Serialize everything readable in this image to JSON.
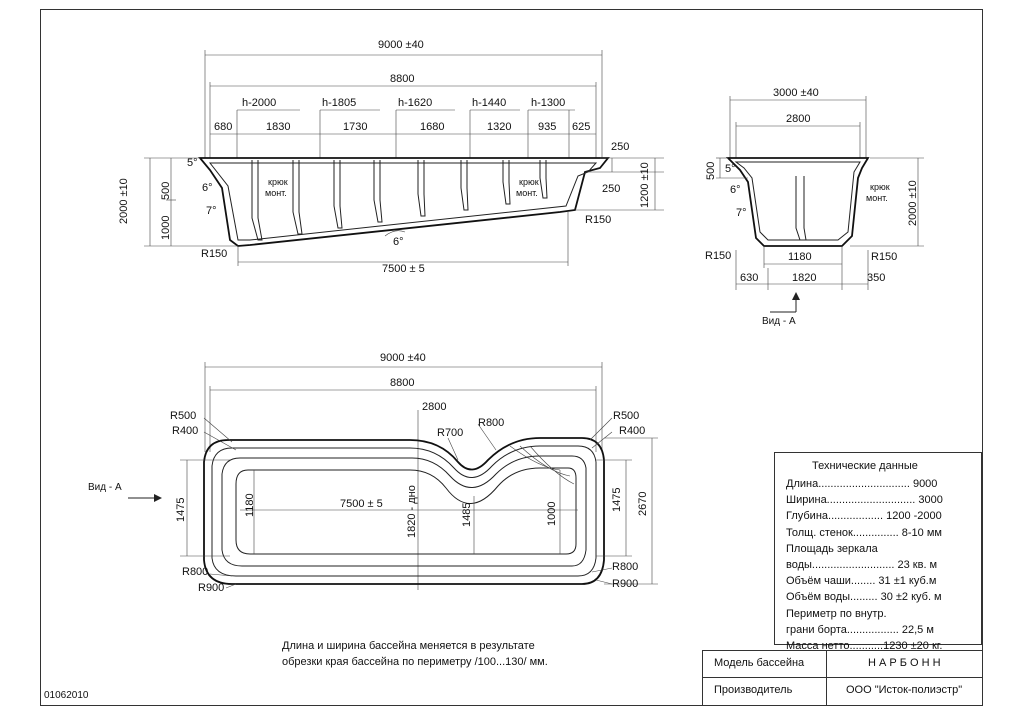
{
  "top_view": {
    "overall_length": "9000 ±40",
    "length_inner": "8800",
    "depths": [
      "h-2000",
      "h-1805",
      "h-1620",
      "h-1440",
      "h-1300"
    ],
    "segments": [
      "680",
      "1830",
      "1730",
      "1680",
      "1320",
      "935",
      "625"
    ],
    "depth_left": "2000 ±10",
    "d500": "500",
    "d1000": "1000",
    "angle5": "5°",
    "angle6": "6°",
    "angle7": "7°",
    "angle6_bottom": "6°",
    "r150_left": "R150",
    "r150_right": "R150",
    "bottom_length": "7500 ± 5",
    "right_250_top": "250",
    "right_250_mid": "250",
    "right_height": "1200 ±10",
    "hook_label_1": "крюк",
    "hook_label_2": "монт.",
    "hook_label_3": "крюк",
    "hook_label_4": "монт."
  },
  "side_view": {
    "width": "3000 ±40",
    "width_inner": "2800",
    "d500": "500",
    "angle5": "5°",
    "angle6": "6°",
    "angle7": "7°",
    "height": "2000 ±10",
    "r150_left": "R150",
    "r150_right": "R150",
    "bottom_1180": "1180",
    "seg_630": "630",
    "seg_1820": "1820",
    "seg_350": "350",
    "hook_1": "крюк",
    "hook_2": "монт.",
    "view_label": "Вид - А"
  },
  "plan_view": {
    "overall_length": "9000 ±40",
    "length_inner": "8800",
    "width_2800": "2800",
    "r500_left": "R500",
    "r400_left": "R400",
    "r500_right": "R500",
    "r400_right": "R400",
    "r700": "R700",
    "r800_top": "R800",
    "r800_left": "R800",
    "r900_left": "R900",
    "r800_right": "R800",
    "r900_right": "R900",
    "dim_1475_left": "1475",
    "dim_1180": "1180",
    "bottom_len": "7500 ± 5",
    "dim_1820": "1820 - дно",
    "dim_1485": "1485",
    "dim_1000": "1000",
    "dim_1475_right": "1475",
    "dim_2670": "2670",
    "view_arrow": "Вид - А"
  },
  "tech": {
    "title": "Технические данные",
    "rows": [
      "Длина.............................. 9000",
      "Ширина............................. 3000",
      "Глубина.................. 1200 -2000",
      "Толщ. стенок............... 8-10 мм",
      "Площадь зеркала",
      "воды........................... 23 кв. м",
      "Объём чаши........ 31 ±1 куб.м",
      "Объём воды......... 30 ±2 куб. м",
      "Периметр по внутр.",
      "грани борта................. 22,5 м",
      "Масса нетто...........1230 ±20 кг."
    ]
  },
  "note": {
    "line1": "Длина и ширина бассейна меняется в результате",
    "line2": "обрезки края бассейна по периметру /100...130/ мм."
  },
  "doc_number": "01062010",
  "stamp": {
    "model_label": "Модель бассейна",
    "model_value": "Н А Р Б О Н Н",
    "maker_label": "Производитель",
    "maker_value": "ООО \"Исток-полиэстр\""
  }
}
